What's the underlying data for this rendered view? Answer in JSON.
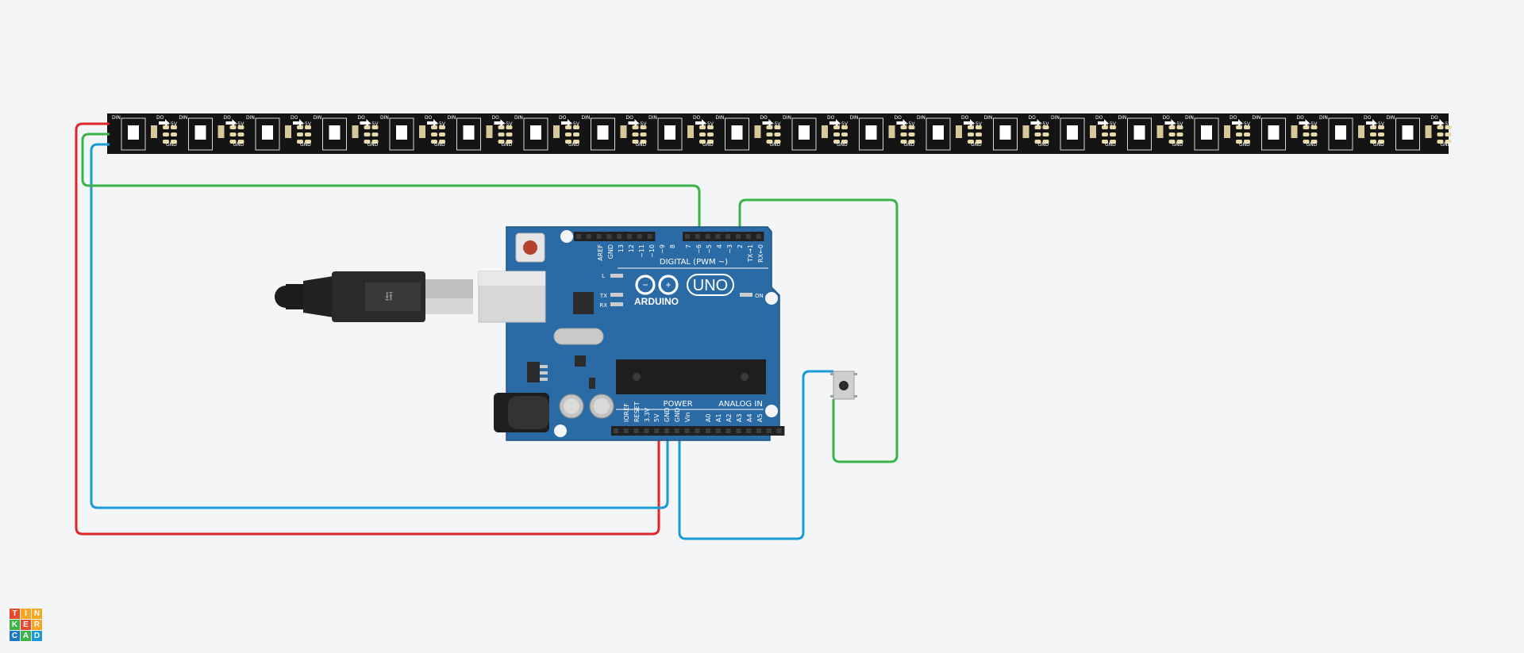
{
  "board": {
    "name": "UNO",
    "brand": "ARDUINO",
    "digital_header": "DIGITAL (PWM ~)",
    "power_header": "POWER",
    "analog_header": "ANALOG IN",
    "led_on": "ON",
    "led_l": "L",
    "led_tx": "TX",
    "led_rx": "RX",
    "top_pins": [
      "AREF",
      "GND",
      "13",
      "12",
      "~11",
      "~10",
      "~9",
      "8",
      "7",
      "~6",
      "~5",
      "4",
      "~3",
      "2",
      "TX→1",
      "RX←0"
    ],
    "power_pins": [
      "IOREF",
      "RESET",
      "3.3V",
      "5V",
      "GND",
      "GND",
      "Vin"
    ],
    "analog_pins": [
      "A0",
      "A1",
      "A2",
      "A3",
      "A4",
      "A5"
    ]
  },
  "strip": {
    "pixel_count": 20,
    "labels": {
      "din": "DIN",
      "do": "DO",
      "plus5v": "+5V",
      "gnd": "GND"
    }
  },
  "wires": {
    "colors": {
      "red": "#e0252b",
      "blue": "#1a9bd6",
      "green": "#3cb34a"
    }
  },
  "logo": {
    "letters": [
      "T",
      "I",
      "N",
      "K",
      "E",
      "R",
      "C",
      "A",
      "D"
    ],
    "colors": [
      "#e84a2f",
      "#f5a623",
      "#f5a623",
      "#3db34a",
      "#e84a2f",
      "#f5a623",
      "#1a7ac2",
      "#3db34a",
      "#1a9bd6"
    ]
  }
}
